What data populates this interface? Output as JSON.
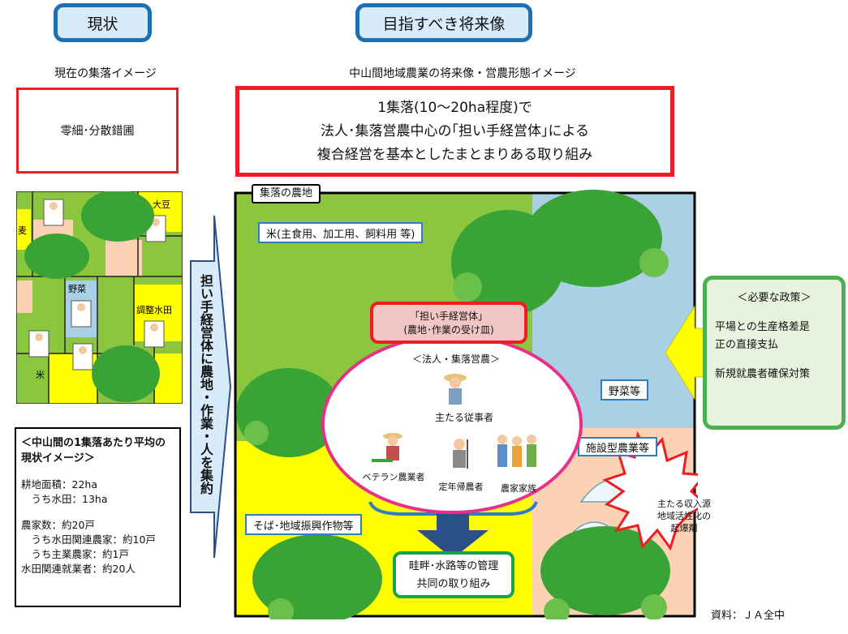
{
  "left": {
    "pill_label": "現状",
    "subtitle": "現在の集落イメージ",
    "box_text": "零細･分散錯圃",
    "map_labels": [
      "大豆",
      "麦",
      "野菜",
      "調整水田",
      "米"
    ],
    "stats_title": "＜中山間の1集落あたり平均の現状イメージ＞",
    "stats_lines": [
      "耕地面積：22ha",
      "　うち水田：13ha",
      "",
      "農家数：約20戸",
      "　うち水田関連農家：約10戸",
      "　うち主業農家：約1戸",
      "水田関連就業者：約20人"
    ]
  },
  "right": {
    "pill_label": "目指すべき将来像",
    "subtitle": "中山間地域農業の将来像・営農形態イメージ",
    "headline_lines": [
      "1集落(10～20ha程度)で",
      "法人･集落営農中心の｢担い手経営体｣による",
      "複合経営を基本としたまとまりある取り組み"
    ]
  },
  "arrow_text": "担い手経営体に農地・作業・人を集約",
  "farm": {
    "title": "集落の農地",
    "rice_label": "米(主食用、加工用、飼料用 等)",
    "vegetable_label": "野菜等",
    "greenhouse_label": "施設型農業等",
    "soba_label": "そば･地域振興作物等",
    "entity_title": "｢担い手経営体｣",
    "entity_sub": "(農地･作業の受け皿)",
    "circle_title": "＜法人・集落営農＞",
    "main_worker": "主たる従事者",
    "veteran": "ベテラン農業者",
    "returnee": "定年帰農者",
    "family": "農家家族",
    "management_lines": [
      "畦畔･水路等の管理",
      "共同の取り組み"
    ],
    "starburst_lines": [
      "主たる収入源",
      "地域活性化の",
      "起爆剤"
    ]
  },
  "policy": {
    "title": "＜必要な政策＞",
    "line1": "平場との生産格差是",
    "line2": "正の直接支払",
    "line3": "新規就農者確保対策"
  },
  "source": "資料：ＪＡ全中",
  "colors": {
    "green": "#8cc63f",
    "blue": "#a9d0e5",
    "yellow": "#ffff00",
    "peach": "#fbd2b4",
    "red": "#ee1c25",
    "pink": "#e8308a",
    "navy": "#2b4f87"
  }
}
